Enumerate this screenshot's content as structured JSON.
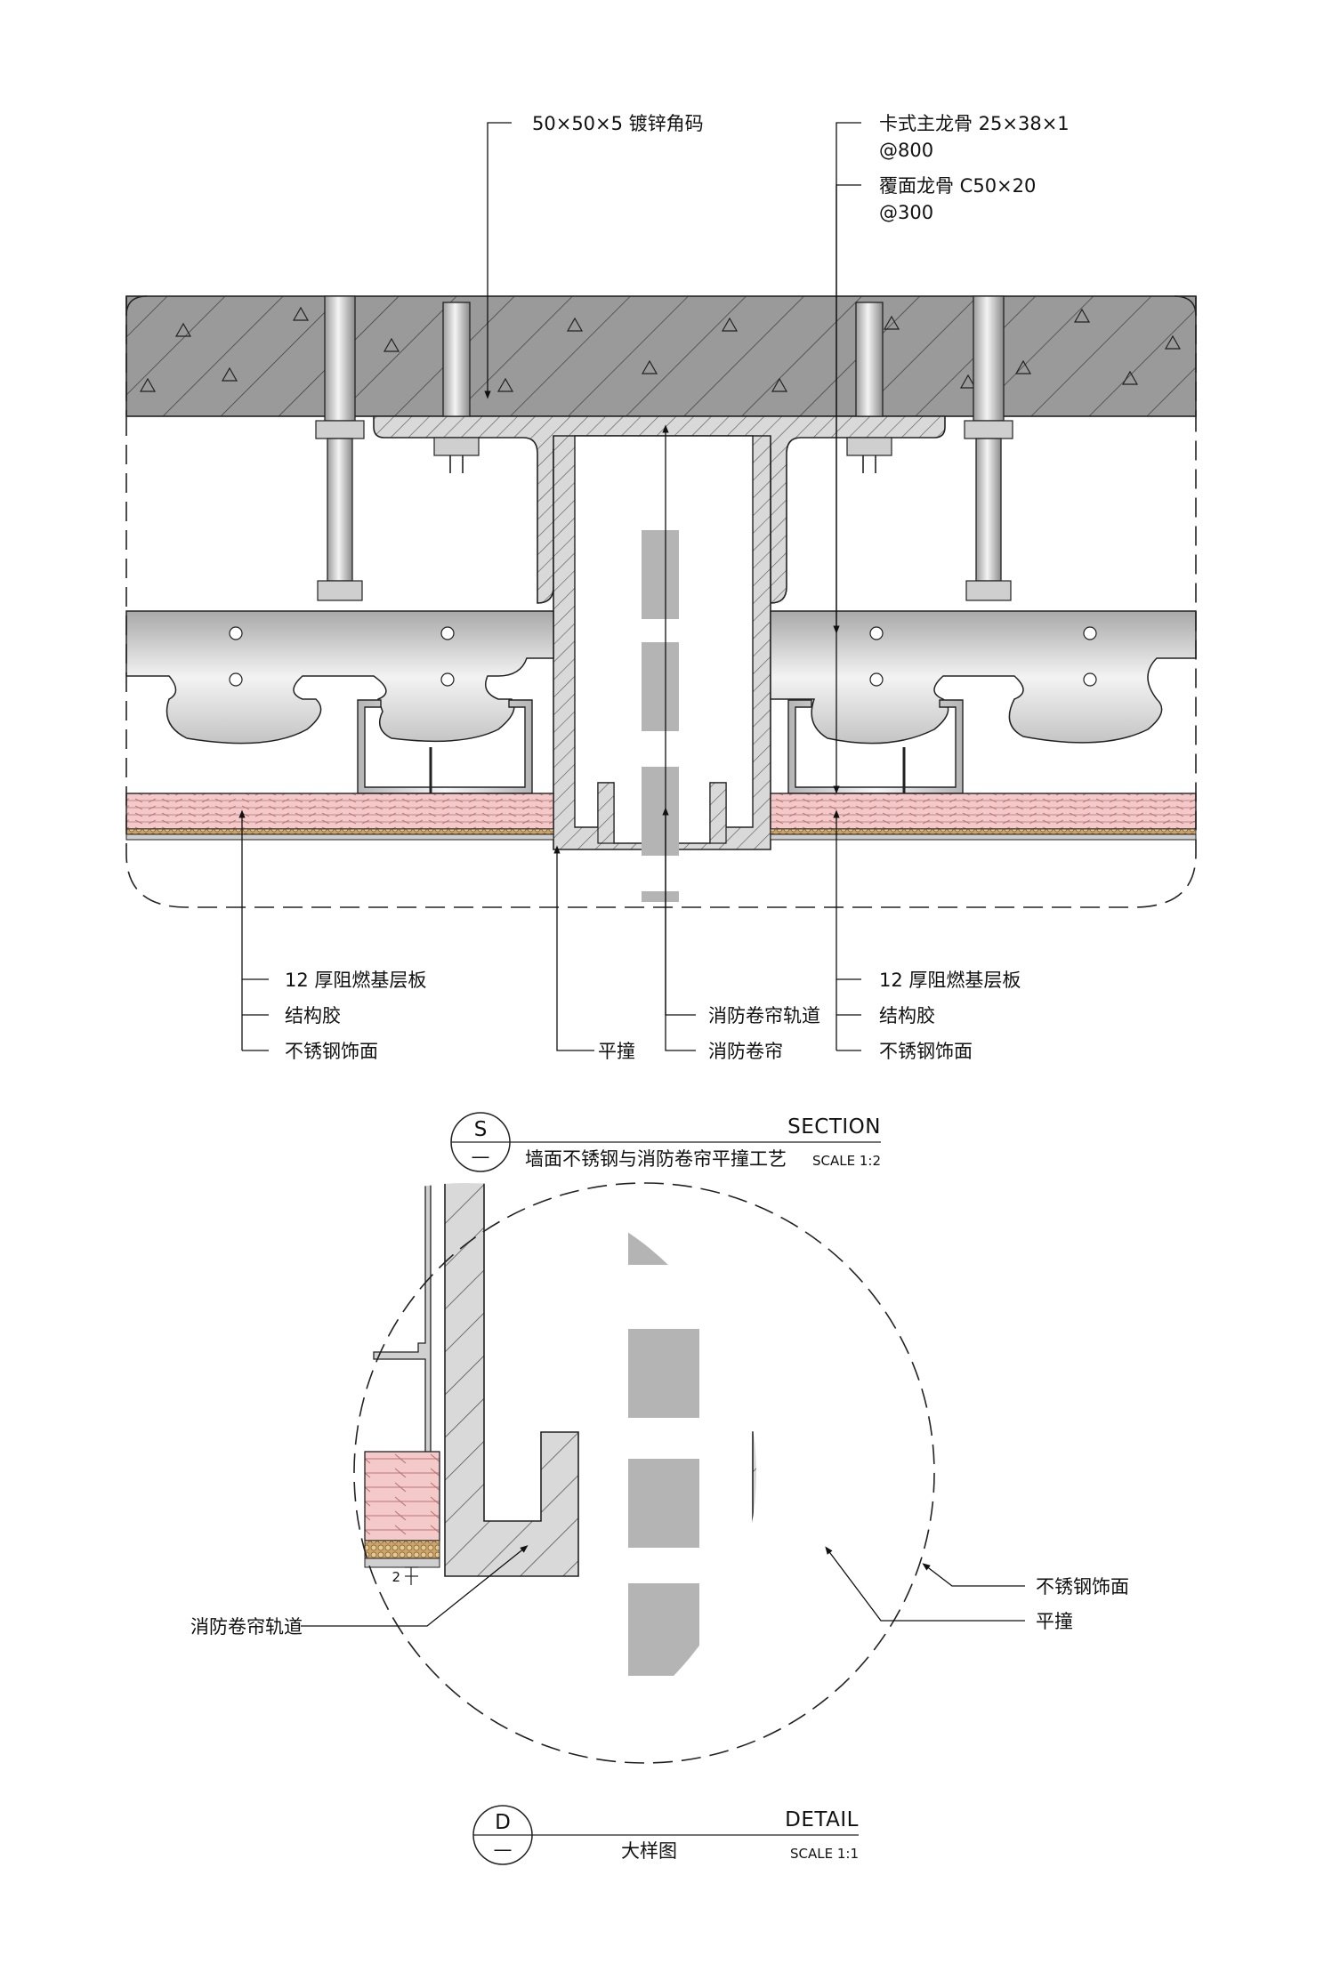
{
  "section": {
    "labels": {
      "angle_bracket": "50×50×5 镀锌角码",
      "main_keel_line1": "卡式主龙骨 25×38×1",
      "main_keel_line2": "@800",
      "cover_keel_line1": "覆面龙骨 C50×20",
      "cover_keel_line2": "@300",
      "left_board": "12 厚阻燃基层板",
      "left_glue": "结构胶",
      "left_steel": "不锈钢饰面",
      "flush": "平撞",
      "track": "消防卷帘轨道",
      "curtain": "消防卷帘",
      "right_board": "12 厚阻燃基层板",
      "right_glue": "结构胶",
      "right_steel": "不锈钢饰面"
    },
    "title": {
      "mark": "S",
      "sub": "—",
      "type": "SECTION",
      "name": "墙面不锈钢与消防卷帘平撞工艺",
      "scale": "SCALE 1:2"
    }
  },
  "detail": {
    "labels": {
      "track": "消防卷帘轨道",
      "steel": "不锈钢饰面",
      "flush": "平撞",
      "dim": "2"
    },
    "title": {
      "mark": "D",
      "sub": "—",
      "type": "DETAIL",
      "name": "大样图",
      "scale": "SCALE 1:1"
    }
  },
  "colors": {
    "concrete": "#9a9a9a",
    "steel": "#dcdcdc",
    "board": "#f4c9c9",
    "glue": "#d9b27a",
    "curtain": "#b4b4b4",
    "line": "#222222"
  }
}
